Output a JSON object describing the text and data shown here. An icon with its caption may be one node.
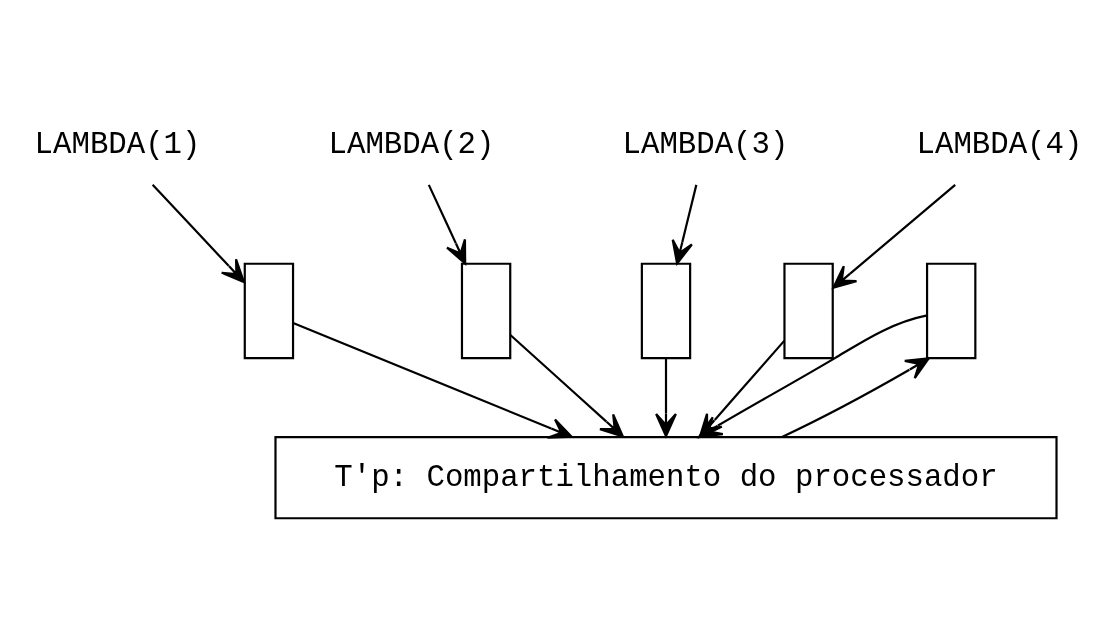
{
  "diagram": {
    "nodes": [
      {
        "text": [
          "LAMBDA(1)"
        ]
      },
      {
        "text": [
          "LAMBDA(2)"
        ]
      },
      {
        "text": [
          "LAMBDA(3)"
        ]
      },
      {
        "text": [
          "LAMBDA(4)"
        ]
      },
      {
        "text": [],
        "shape": "box"
      },
      {
        "text": [],
        "shape": "box"
      },
      {
        "text": [],
        "shape": "box"
      },
      {
        "text": [],
        "shape": "box"
      },
      {
        "text": [],
        "shape": "box"
      },
      {
        "text": [
          "T'p: Compartilhamento do processador"
        ]
      }
    ],
    "edges": [
      {
        "from": 0,
        "to": 4,
        "arrow": "to"
      },
      {
        "from": 1,
        "to": 5,
        "arrow": "to"
      },
      {
        "from": 2,
        "to": 6,
        "arrow": "to"
      },
      {
        "from": 3,
        "to": 7,
        "arrow": "to"
      },
      {
        "from": 9,
        "to": 8,
        "arrow": "to"
      },
      {
        "from": 4,
        "to": 9,
        "arrow": "to"
      },
      {
        "from": 5,
        "to": 9,
        "arrow": "to"
      },
      {
        "from": 6,
        "to": 9,
        "arrow": "to"
      },
      {
        "from": 7,
        "to": 9,
        "arrow": "to"
      },
      {
        "from": 8,
        "to": 9,
        "arrow": "to"
      }
    ]
  }
}
